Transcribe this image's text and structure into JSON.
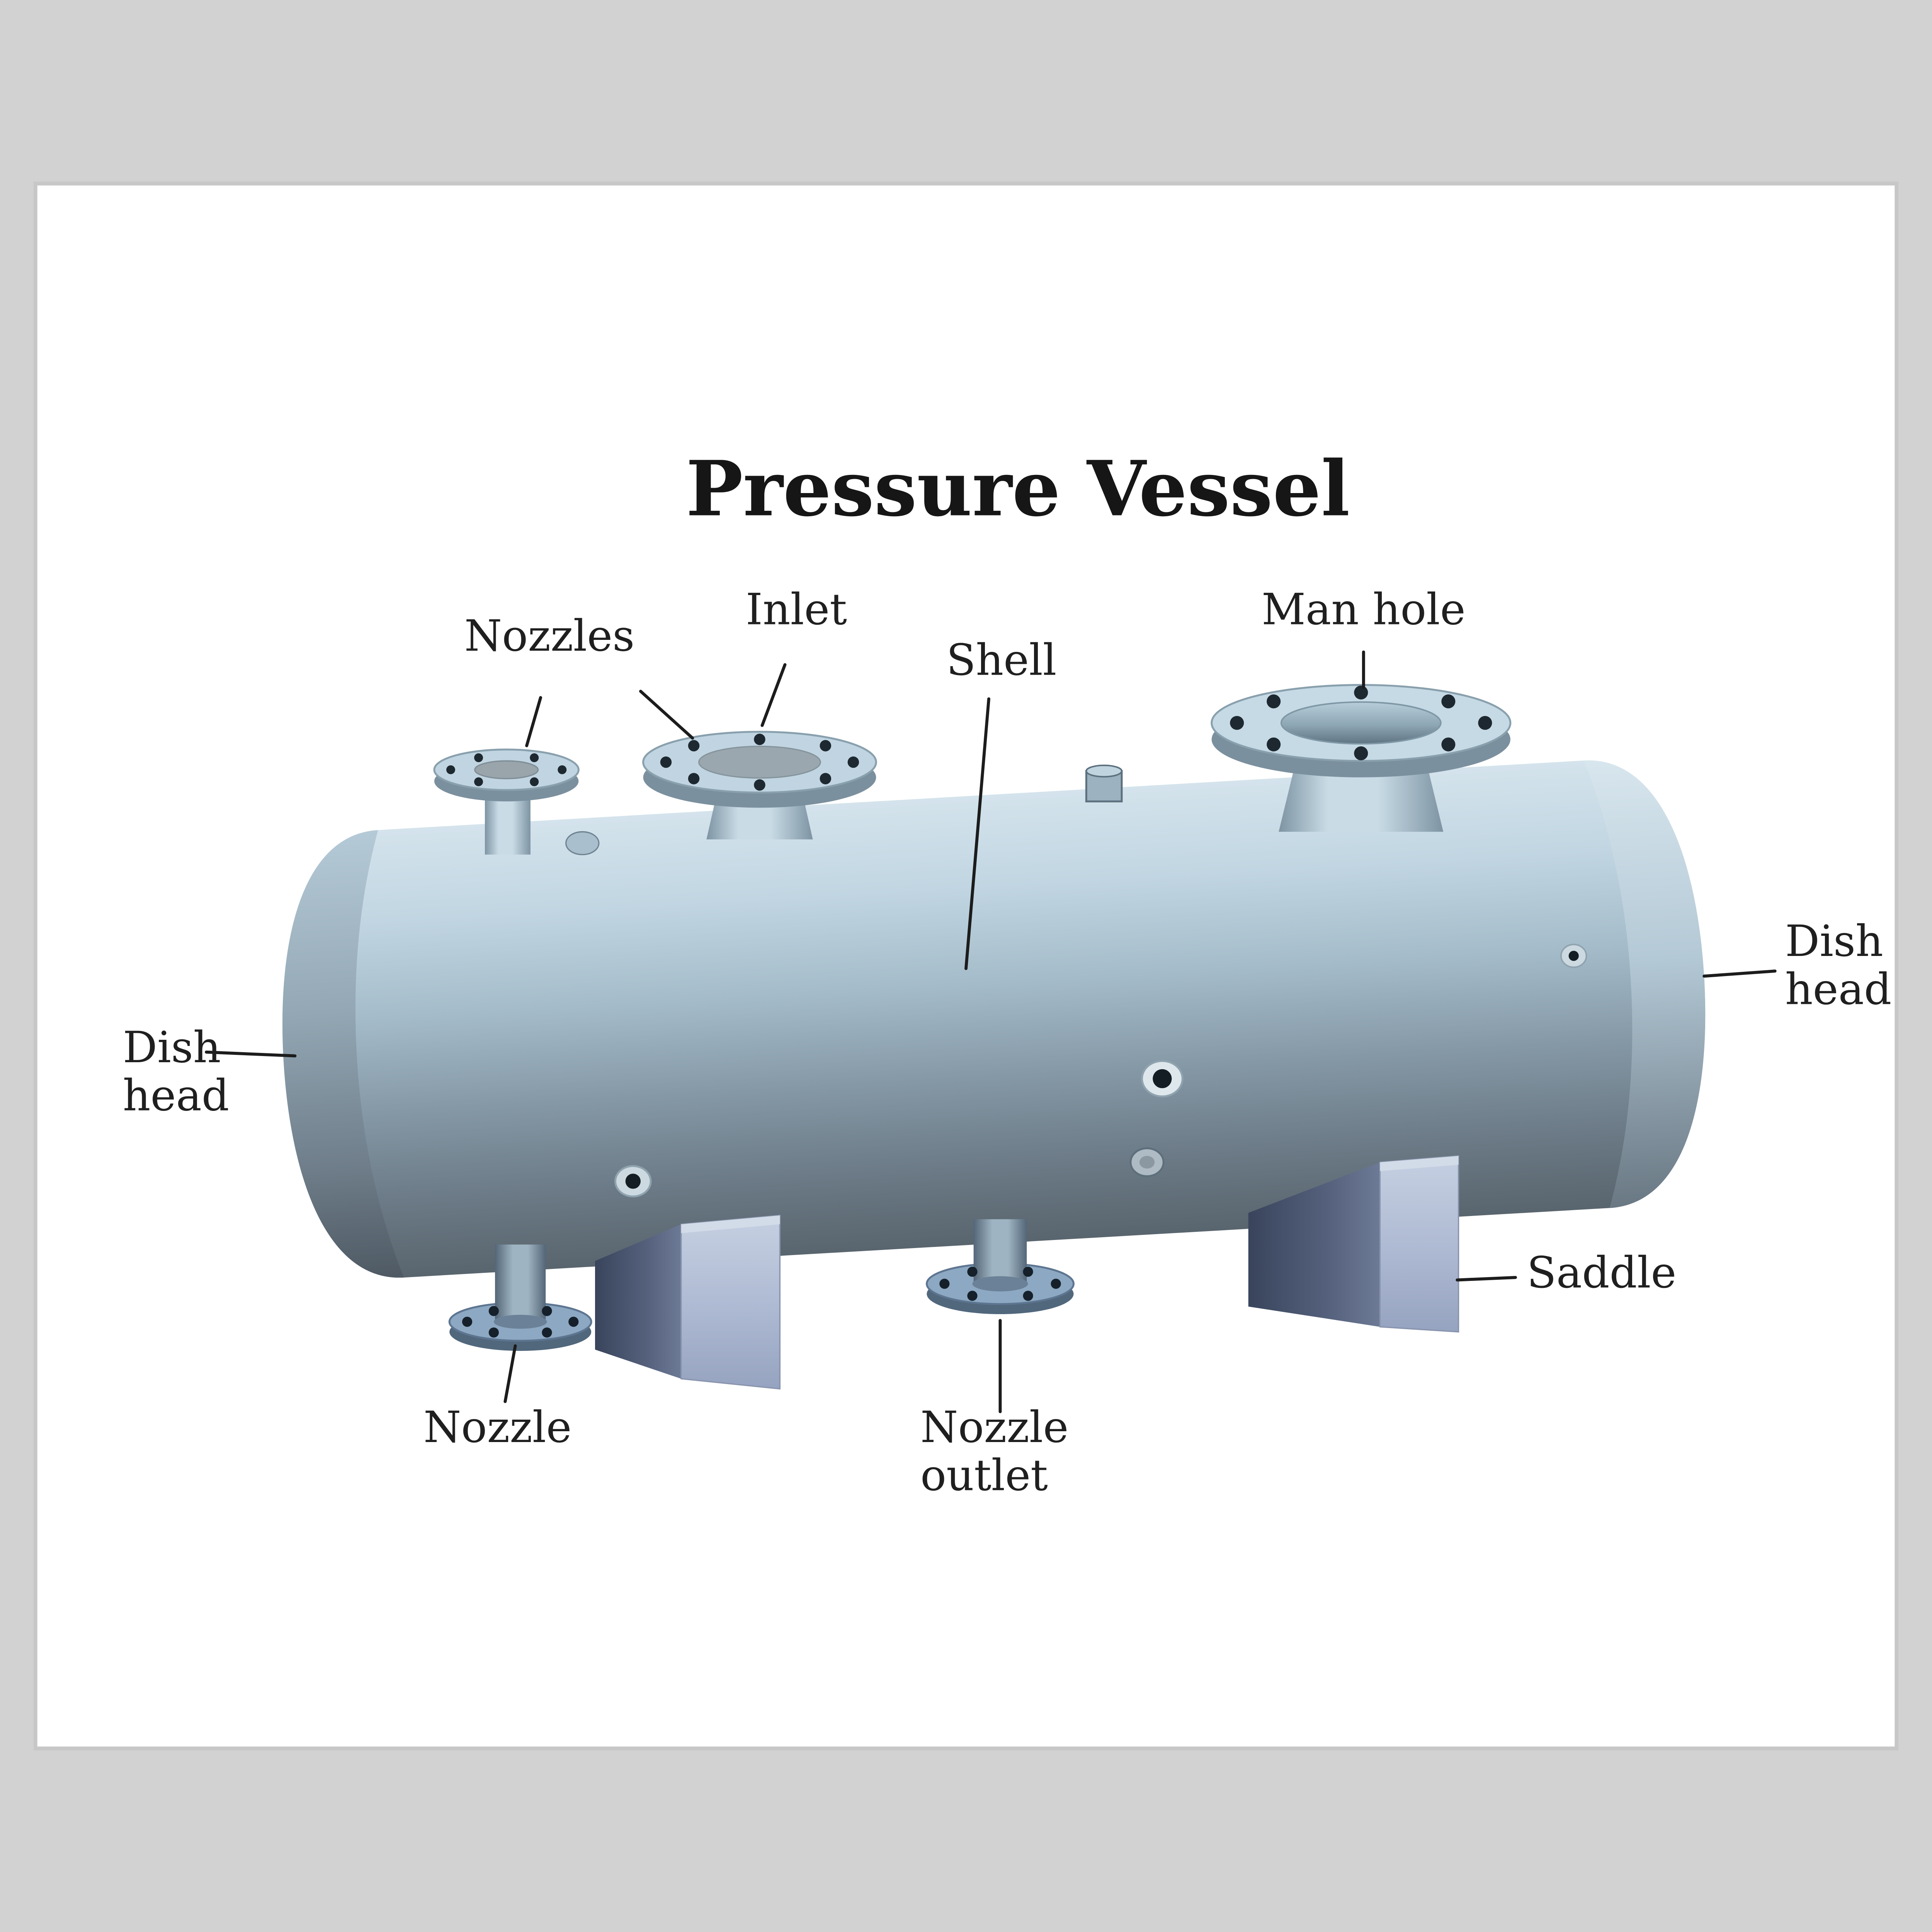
{
  "title": "Pressure Vessel",
  "labels": {
    "nozzles": "Nozzles",
    "inlet": "Inlet",
    "shell": "Shell",
    "man_hole": "Man hole",
    "dish_head_left": {
      "line1": "Dish",
      "line2": "head"
    },
    "dish_head_right": {
      "line1": "Dish",
      "line2": "head"
    },
    "nozzle_bottom": "Nozzle",
    "nozzle_outlet": {
      "line1": "Nozzle",
      "line2": "outlet"
    },
    "saddle": "Saddle"
  },
  "colors": {
    "background": "#d2d2d2",
    "card": "#ffffff",
    "card_border": "#c7c7c7",
    "shell_highlight": "#d4e3ec",
    "shell_shadow": "#59656e",
    "flange": "#c0d5e1",
    "flange_rim": "#7b909e",
    "bolt_hole": "#1e2830",
    "saddle_face": "#aeb9d2",
    "saddle_side": "#4a5570",
    "label_text": "#1f1f1f",
    "leader_line": "#1c1c1c"
  }
}
